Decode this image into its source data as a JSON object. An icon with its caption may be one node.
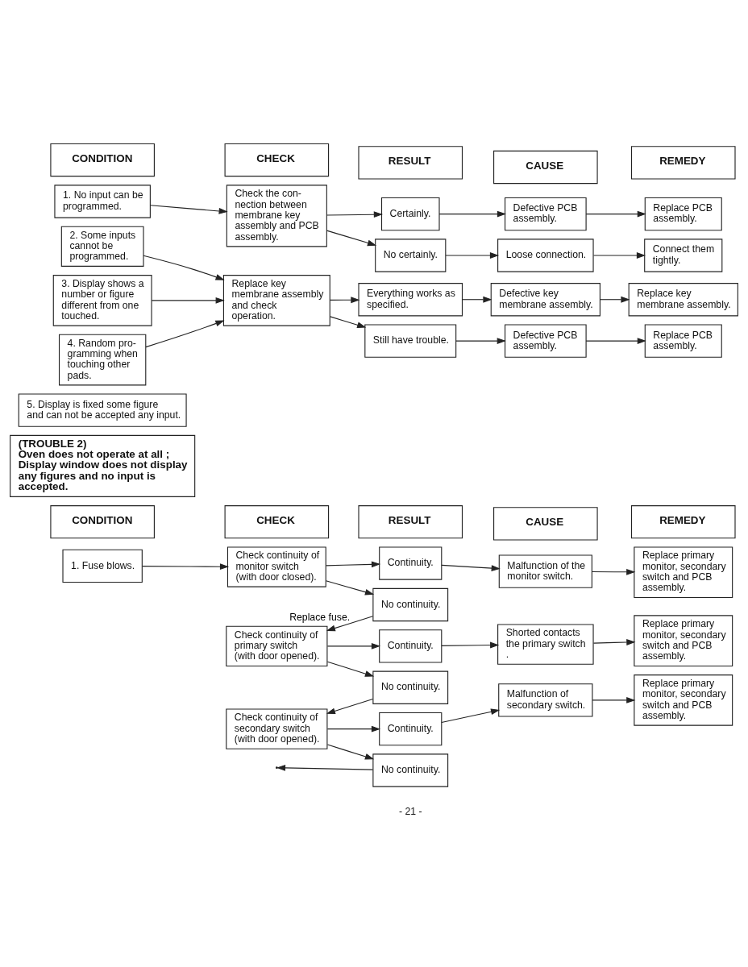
{
  "diagram": {
    "nodes": [
      {
        "text": [
          "CONDITION"
        ]
      },
      {
        "text": [
          "CHECK"
        ]
      },
      {
        "text": [
          "RESULT"
        ]
      },
      {
        "text": [
          "CAUSE"
        ]
      },
      {
        "text": [
          "REMEDY"
        ]
      },
      {
        "text": [
          "1. No input can be programmed."
        ]
      },
      {
        "text": [
          "Check the con- nection between membrane key assembly and PCB assembly."
        ]
      },
      {
        "text": [
          "Certainly."
        ]
      },
      {
        "text": [
          "Defective PCB assembly."
        ]
      },
      {
        "text": [
          "Replace PCB assembly."
        ]
      },
      {
        "text": [
          "No certainly."
        ]
      },
      {
        "text": [
          "Loose connection."
        ]
      },
      {
        "text": [
          "Connect them tightly."
        ]
      },
      {
        "text": [
          "2. Some inputs cannot be programmed."
        ]
      },
      {
        "text": [
          "Replace key membrane assembly and check operation."
        ]
      },
      {
        "text": [
          "Everything works as specified."
        ]
      },
      {
        "text": [
          "Defective key membrane assembly."
        ]
      },
      {
        "text": [
          "Replace key membrane assembly."
        ]
      },
      {
        "text": [
          "Still have trouble."
        ]
      },
      {
        "text": [
          "Defective PCB assembly."
        ]
      },
      {
        "text": [
          "Replace PCB assembly."
        ]
      },
      {
        "text": [
          "3. Display shows a number or figure different from one touched."
        ]
      },
      {
        "text": [
          "4. Random pro- gramming when touching other pads."
        ]
      },
      {
        "text": [
          "5. Display is fixed some figure and can not be accepted any input."
        ]
      },
      {
        "text": [
          "(TROUBLE 2)",
          "Oven does not operate at all ; Display window does not display any figures and no input is accepted."
        ]
      },
      {
        "text": [
          "CONDITION"
        ]
      },
      {
        "text": [
          "CHECK"
        ]
      },
      {
        "text": [
          "RESULT"
        ]
      },
      {
        "text": [
          "CAUSE"
        ]
      },
      {
        "text": [
          "REMEDY"
        ]
      },
      {
        "text": [
          "1. Fuse blows."
        ]
      },
      {
        "text": [
          "Check continuity of monitor switch (with door closed)."
        ]
      },
      {
        "text": [
          "Continuity."
        ]
      },
      {
        "text": [
          "Malfunction of the monitor switch."
        ]
      },
      {
        "text": [
          "Replace primary monitor, secondary switch and PCB assembly."
        ]
      },
      {
        "text": [
          "No continuity."
        ]
      },
      {
        "text": [
          "Check continuity of primary switch (with door opened)."
        ]
      },
      {
        "text": [
          "Continuity."
        ]
      },
      {
        "text": [
          "Shorted contacts the primary switch ."
        ]
      },
      {
        "text": [
          "Replace primary monitor, secondary switch and PCB assembly."
        ]
      },
      {
        "text": [
          "No continuity."
        ]
      },
      {
        "text": [
          "Check continuity of secondary switch (with door opened)."
        ]
      },
      {
        "text": [
          "Continuity."
        ]
      },
      {
        "text": [
          "Malfunction of secondary switch."
        ]
      },
      {
        "text": [
          "Replace primary monitor, secondary switch and PCB assembly."
        ]
      },
      {
        "text": [
          "No continuity."
        ]
      }
    ],
    "edges": [
      {
        "from": 5,
        "to": 6,
        "arrow": "to"
      },
      {
        "from": 6,
        "to": 7,
        "arrow": "to"
      },
      {
        "from": 6,
        "to": 10,
        "arrow": "to"
      },
      {
        "from": 7,
        "to": 8,
        "arrow": "to"
      },
      {
        "from": 8,
        "to": 9,
        "arrow": "to"
      },
      {
        "from": 10,
        "to": 11,
        "arrow": "to"
      },
      {
        "from": 11,
        "to": 12,
        "arrow": "to"
      },
      {
        "from": 13,
        "to": 14,
        "arrow": "to"
      },
      {
        "from": 21,
        "to": 14,
        "arrow": "to"
      },
      {
        "from": 22,
        "to": 14,
        "arrow": "to"
      },
      {
        "from": 14,
        "to": 15,
        "arrow": "to"
      },
      {
        "from": 14,
        "to": 18,
        "arrow": "to"
      },
      {
        "from": 15,
        "to": 16,
        "arrow": "to"
      },
      {
        "from": 16,
        "to": 17,
        "arrow": "to"
      },
      {
        "from": 18,
        "to": 19,
        "arrow": "to"
      },
      {
        "from": 19,
        "to": 20,
        "arrow": "to"
      },
      {
        "from": 30,
        "to": 31,
        "arrow": "to"
      },
      {
        "from": 31,
        "to": 32,
        "arrow": "to"
      },
      {
        "from": 31,
        "to": 35,
        "arrow": "to"
      },
      {
        "from": 32,
        "to": 33,
        "arrow": "to"
      },
      {
        "from": 33,
        "to": 34,
        "arrow": "to"
      },
      {
        "from": 35,
        "to": 36,
        "arrow": "to",
        "label": "Replace fuse."
      },
      {
        "from": 36,
        "to": 37,
        "arrow": "to"
      },
      {
        "from": 36,
        "to": 40,
        "arrow": "to"
      },
      {
        "from": 37,
        "to": 38,
        "arrow": "to"
      },
      {
        "from": 38,
        "to": 39,
        "arrow": "to"
      },
      {
        "from": 40,
        "to": 41,
        "arrow": "to"
      },
      {
        "from": 41,
        "to": 42,
        "arrow": "to"
      },
      {
        "from": 41,
        "to": 45,
        "arrow": "to"
      },
      {
        "from": 42,
        "to": 43,
        "arrow": "to"
      },
      {
        "from": 43,
        "to": 44,
        "arrow": "to"
      },
      {
        "from": 45,
        "to": null,
        "arrow": "to"
      }
    ],
    "labels": [
      "- 21 -"
    ]
  }
}
